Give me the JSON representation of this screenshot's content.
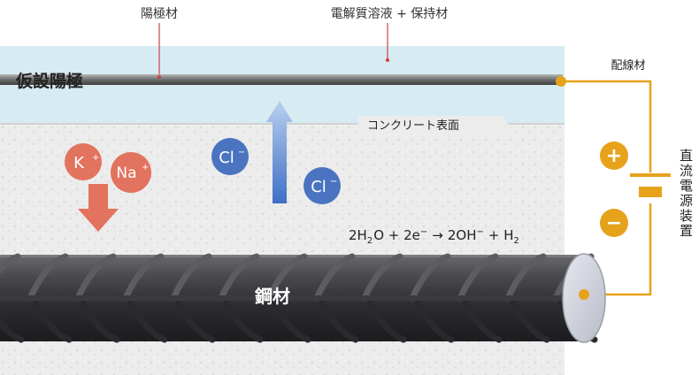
{
  "labels": {
    "anode_material": "陽極材",
    "electrolyte": "電解質溶液 + 保持材",
    "temporary_anode": "仮設陽極",
    "wiring": "配線材",
    "concrete_surface": "コンクリート表面",
    "dc_power_supply": "直流電源装置",
    "steel": "鋼材",
    "plus_sign": "+",
    "minus_sign": "−"
  },
  "ions": {
    "k": "K",
    "k_charge": "+",
    "na": "Na",
    "na_charge": "+",
    "cl_1": "Cl",
    "cl_1_charge": "−",
    "cl_2": "Cl",
    "cl_2_charge": "−"
  },
  "reaction": {
    "part1": "2H",
    "sub1": "2",
    "part2": "O + 2e",
    "sup1": "−",
    "arrow": "→",
    "part3": "2OH",
    "sup2": "−",
    "part4": "+ H",
    "sub2": "2"
  },
  "colors": {
    "cation": "#e2735e",
    "anion": "#4a74c0",
    "wire": "#e7a21c",
    "electrolyte": "#d7ecf2",
    "concrete": "#ebebeb",
    "leader": "#d04040"
  }
}
